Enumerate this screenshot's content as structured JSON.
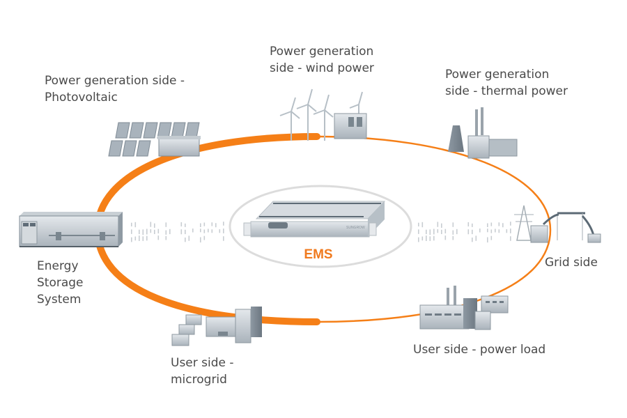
{
  "diagram": {
    "center": {
      "label": "EMS",
      "device_brand": "SUNGROW"
    },
    "nodes": [
      {
        "id": "pv",
        "label_lines": [
          "Power generation side -",
          "Photovoltaic"
        ]
      },
      {
        "id": "wind",
        "label_lines": [
          "Power generation",
          "side - wind power"
        ]
      },
      {
        "id": "thermal",
        "label_lines": [
          "Power generation",
          "side - thermal power"
        ]
      },
      {
        "id": "grid",
        "label_lines": [
          "Grid side"
        ]
      },
      {
        "id": "load",
        "label_lines": [
          "User side - power load"
        ]
      },
      {
        "id": "microgrid",
        "label_lines": [
          "User side -",
          "microgrid"
        ]
      },
      {
        "id": "ess",
        "label_lines": [
          "Energy",
          "Storage",
          "System"
        ]
      }
    ],
    "colors": {
      "ring": "#f57f17",
      "ems_text": "#f07a1e",
      "label_text": "#4a4a4a",
      "icon_gray": "#9aa3ab"
    }
  }
}
